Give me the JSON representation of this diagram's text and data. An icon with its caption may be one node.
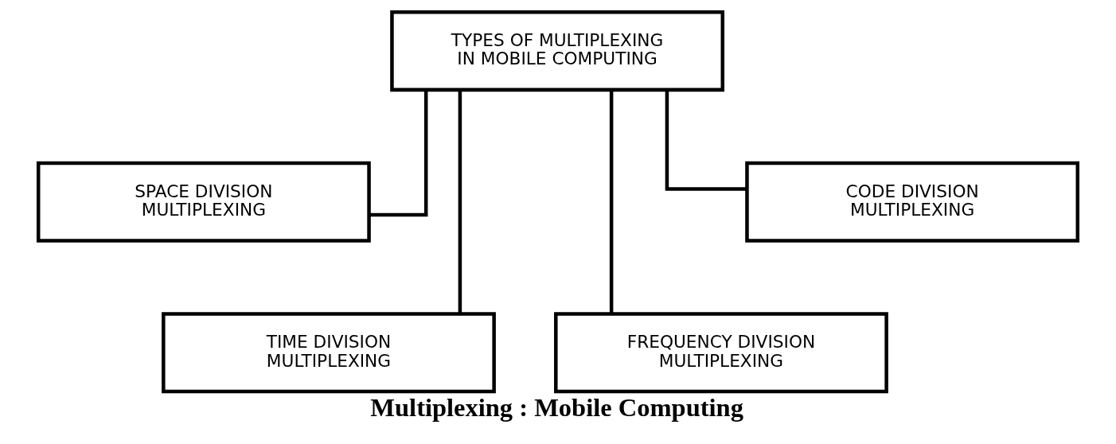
{
  "diagram": {
    "caption": "Multiplexing : Mobile Computing",
    "nodes": [
      {
        "text": [
          "TYPES OF MULTIPLEXING IN MOBILE COMPUTING"
        ]
      },
      {
        "text": [
          "SPACE DIVISION MULTIPLEXING"
        ]
      },
      {
        "text": [
          "CODE DIVISION MULTIPLEXING"
        ]
      },
      {
        "text": [
          "TIME DIVISION MULTIPLEXING"
        ]
      },
      {
        "text": [
          "FREQUENCY DIVISION MULTIPLEXING"
        ]
      }
    ],
    "edges": [
      {
        "from": 0,
        "to": 1,
        "arrow": "none"
      },
      {
        "from": 0,
        "to": 3,
        "arrow": "none"
      },
      {
        "from": 0,
        "to": 4,
        "arrow": "none"
      },
      {
        "from": 0,
        "to": 2,
        "arrow": "none"
      }
    ]
  }
}
